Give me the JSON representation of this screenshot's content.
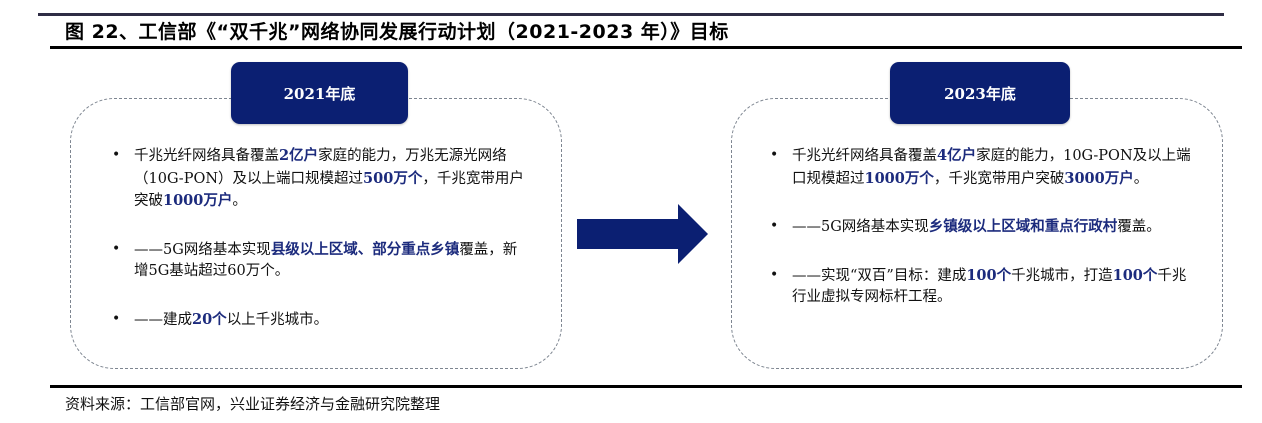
{
  "header": {
    "title": "图 22、工信部《“双千兆”网络协同发展行动计划（2021-2023 年）》目标"
  },
  "panels": {
    "left": {
      "label": "2021年底",
      "items": [
        {
          "segments": [
            {
              "text": "千兆光纤网络具备覆盖",
              "highlight": false
            },
            {
              "text": "2亿户",
              "highlight": true
            },
            {
              "text": "家庭的能力，万兆无源光网络（10G-PON）及以上端口规模超过",
              "highlight": false
            },
            {
              "text": "500万个",
              "highlight": true
            },
            {
              "text": "，千兆宽带用户突破",
              "highlight": false
            },
            {
              "text": "1000万户",
              "highlight": true
            },
            {
              "text": "。",
              "highlight": false
            }
          ]
        },
        {
          "segments": [
            {
              "text": "——5G网络基本实现",
              "highlight": false
            },
            {
              "text": "县级以上区域、部分重点乡镇",
              "highlight": true
            },
            {
              "text": "覆盖，新增5G基站超过60万个。",
              "highlight": false
            }
          ]
        },
        {
          "segments": [
            {
              "text": "——建成",
              "highlight": false
            },
            {
              "text": "20个",
              "highlight": true
            },
            {
              "text": "以上千兆城市。",
              "highlight": false
            }
          ]
        }
      ]
    },
    "right": {
      "label": "2023年底",
      "items": [
        {
          "segments": [
            {
              "text": "千兆光纤网络具备覆盖",
              "highlight": false
            },
            {
              "text": "4亿户",
              "highlight": true
            },
            {
              "text": "家庭的能力，10G-PON及以上端口规模超过",
              "highlight": false
            },
            {
              "text": "1000万个",
              "highlight": true
            },
            {
              "text": "，千兆宽带用户突破",
              "highlight": false
            },
            {
              "text": "3000万户",
              "highlight": true
            },
            {
              "text": "。",
              "highlight": false
            }
          ]
        },
        {
          "segments": [
            {
              "text": "——5G网络基本实现",
              "highlight": false
            },
            {
              "text": "乡镇级以上区域和重点行政村",
              "highlight": true
            },
            {
              "text": "覆盖。",
              "highlight": false
            }
          ]
        },
        {
          "segments": [
            {
              "text": "——实现“双百”目标：建成",
              "highlight": false
            },
            {
              "text": "100个",
              "highlight": true
            },
            {
              "text": "千兆城市，打造",
              "highlight": false
            },
            {
              "text": "100个",
              "highlight": true
            },
            {
              "text": "千兆行业虚拟专网标杆工程。",
              "highlight": false
            }
          ]
        }
      ]
    }
  },
  "arrow": {
    "icon": "right-arrow-icon",
    "color": "#0b1f72"
  },
  "footer": {
    "source": "资料来源：工信部官网，兴业证券经济与金融研究院整理"
  },
  "colors": {
    "label_bg": "#0b1f72",
    "highlight_text": "#1c2b7d",
    "dashed_border": "#7d8590"
  }
}
